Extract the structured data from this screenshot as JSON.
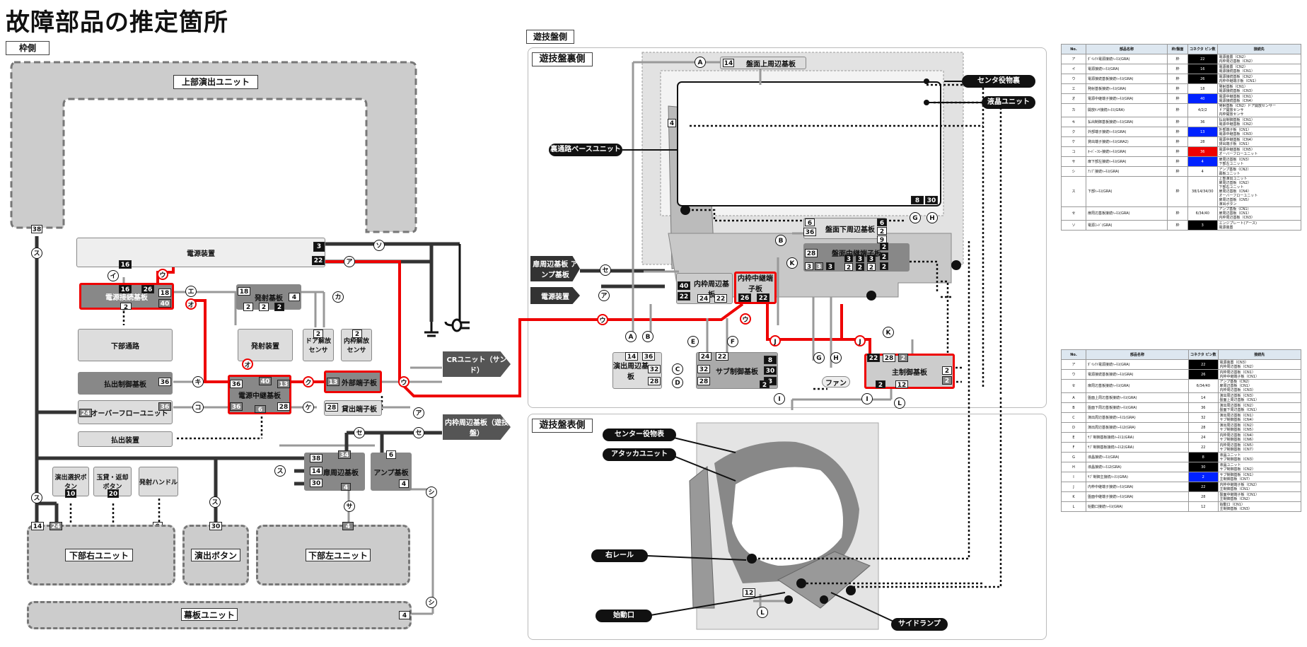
{
  "title": "故障部品の推定箇所",
  "sections": {
    "frame": "枠側",
    "board": "遊技盤側",
    "board_back": "遊技盤裏側",
    "board_front": "遊技盤表側"
  },
  "frame": {
    "top_unit": "上部演出ユニット",
    "num38": "38",
    "power_unit": "電源装置",
    "power_n3": "3",
    "power_n22": "22",
    "conn_board": "電源接続基板",
    "conn_n16a": "16",
    "conn_n16b": "16",
    "conn_n26": "26",
    "conn_n18": "18",
    "conn_n40": "40",
    "conn_n2": "2",
    "lower_path": "下部通路",
    "fire_board": "発射基板",
    "fire_n18": "18",
    "fire_n4": "4",
    "fire_n2a": "2",
    "fire_n2b": "2",
    "fire_n2c": "2",
    "fire_device": "発射装置",
    "door_sensor": "ドア解放センサ",
    "door_n2": "2",
    "inner_sensor": "内枠解放センサ",
    "inner_n2": "2",
    "pay_ctrl": "払出制御基板",
    "pay_n36": "36",
    "relay": "電源中継基板",
    "relay_n36a": "36",
    "relay_n40": "40",
    "relay_n13": "13",
    "relay_n36b": "36",
    "relay_n6": "6",
    "relay_n28": "28",
    "ext_term": "外部端子板",
    "ext_n13": "13",
    "overflow": "オーバーフローユニット",
    "ov_n24": "24",
    "ov_n36": "36",
    "lend_term": "貸出端子板",
    "lend_n28": "28",
    "pay_device": "払出装置",
    "cr_unit": "CRユニット（サンド）",
    "inner_periph": "内枠周辺基板（遊技盤）",
    "door_periph": "扉周辺基板",
    "dp_n34": "34",
    "dp_n38": "38",
    "dp_n14": "14",
    "dp_n30": "30",
    "dp_n4": "4",
    "amp": "アンプ基板",
    "amp_n6": "6",
    "amp_n4": "4",
    "btn_select": "演出選択ボタン",
    "btn_select_n": "10",
    "btn_ball": "玉貸・返却ボタン",
    "btn_ball_n": "20",
    "handle": "発射ハンドル",
    "handle_n": "9",
    "lower_right": "下部右ユニット",
    "lr_n14": "14",
    "lr_n24": "24",
    "effect_btn": "演出ボタン",
    "eb_n30": "30",
    "lower_left": "下部左ユニット",
    "ll_n4": "4",
    "curtain": "幕板ユニット",
    "cu_n4": "4"
  },
  "circles": {
    "su": "ス",
    "so": "ソ",
    "a": "ア",
    "i": "イ",
    "u": "ウ",
    "e": "エ",
    "o": "オ",
    "ka": "カ",
    "ki": "キ",
    "ko": "コ",
    "ku": "ク",
    "ke": "ケ",
    "se": "セ",
    "sa": "サ",
    "shi": "シ",
    "A": "A",
    "B": "B",
    "C": "C",
    "D": "D",
    "E": "E",
    "F": "F",
    "G": "G",
    "H": "H",
    "I": "I",
    "J": "J",
    "K": "K",
    "L": "L"
  },
  "board": {
    "top_periph": "盤面上周辺基板",
    "tp_n14": "14",
    "center_back": "センタ役物裏",
    "lcd": "液晶ユニット",
    "path_base": "裏通路ベースユニット",
    "lcd_n4": "4",
    "lcd_n8": "8",
    "lcd_n30": "30",
    "bottom_periph": "盤面下周辺基板",
    "bp_n6a": "6",
    "bp_n36": "36",
    "bp_n6b": "6",
    "bp_n2": "2",
    "bp_n9": "9",
    "relay_term": "盤面中継端子板",
    "rt_n28": "28",
    "rt_n3": "3",
    "rt_n2": "2",
    "door_amp": "扉周辺基板 アンプ基板",
    "power": "電源装置",
    "inner_periph": "内枠周辺基板",
    "ip_n40": "40",
    "ip_n22a": "22",
    "ip_n24": "24",
    "ip_n22b": "22",
    "inner_relay": "内枠中継端子板",
    "ir_n26": "26",
    "ir_n22": "22",
    "effect_periph": "演出周辺基板",
    "ep_n14": "14",
    "ep_n36": "36",
    "ep_n32": "32",
    "ep_n28": "28",
    "sub_ctrl": "サブ制御基板",
    "sc_n24": "24",
    "sc_n22": "22",
    "sc_n32": "32",
    "sc_n28": "28",
    "sc_n8": "8",
    "sc_n30": "30",
    "sc_n3": "3",
    "sc_n2": "2",
    "fan": "ファン",
    "main_ctrl": "主制御基板",
    "mc_n22": "22",
    "mc_n28": "28",
    "mc_n2a": "2",
    "mc_n2b": "2",
    "mc_n2c": "2",
    "mc_n2d": "2",
    "mc_n12": "12",
    "center_front": "センター役物表",
    "attacker": "アタッカユニット",
    "right_rail": "右レール",
    "start_port": "始動口",
    "side_lamp": "サイドランプ",
    "front_n12": "12"
  },
  "table1": {
    "headers": [
      "No.",
      "部品名称",
      "枠/盤面",
      "コネクタ ピン数",
      "接続先"
    ],
    "rows": [
      {
        "no": "ア",
        "name": "ﾀﾞｲﾚｸﾄ電源接続ﾊｰﾈｽ(GRA)",
        "side": "枠",
        "pins": "22",
        "color": "black",
        "dest": [
          "電源装置（CN2）",
          "内枠周辺基板（CN2）"
        ]
      },
      {
        "no": "イ",
        "name": "電源接続ﾊｰﾈｽ(GRA)",
        "side": "枠",
        "pins": "16",
        "color": "black",
        "dest": [
          "電源装置（CN2）",
          "電源接続基板（CN1）"
        ]
      },
      {
        "no": "ウ",
        "name": "電源接続基板接続ﾊｰﾈｽ(GRA)",
        "side": "枠",
        "pins": "26",
        "color": "black",
        "dest": [
          "電源接続基板（CN2）",
          "内枠中継端子板（CN1）"
        ]
      },
      {
        "no": "エ",
        "name": "発射基板接続ﾊｰﾈｽ(GRA)",
        "side": "枠",
        "pins": "18",
        "color": "white",
        "dest": [
          "発射基板（CN1）",
          "電源接続基板（CN3）"
        ]
      },
      {
        "no": "オ",
        "name": "電源中継端子接続ﾊｰﾈｽ(GRA)",
        "side": "枠",
        "pins": "40",
        "color": "blue",
        "dest": [
          "電源中継基板（CN1）",
          "電源接続基板（CN4）"
        ]
      },
      {
        "no": "カ",
        "name": "開放ｾﾝｻ接続ﾊｰﾈｽ(GRA)",
        "side": "枠",
        "pins": "4/2/2",
        "color": "white",
        "dest": [
          "発射基板（CN2）ドア開放センサー",
          "ドア開放センサ",
          "内枠開放センサ"
        ]
      },
      {
        "no": "キ",
        "name": "払出制御基板接続ﾊｰﾈｽ(GRA)",
        "side": "枠",
        "pins": "36",
        "color": "white",
        "dest": [
          "払出制御基板（CN1）",
          "電源中継基板（CN2）"
        ]
      },
      {
        "no": "ク",
        "name": "外部端子接続ﾊｰﾈｽ(GRA)",
        "side": "枠",
        "pins": "13",
        "color": "blue",
        "dest": [
          "外部端子板（CN1）",
          "電源中継基板（CN3）"
        ]
      },
      {
        "no": "ケ",
        "name": "貸出端子接続ﾊｰﾈｽ(GRA2)",
        "side": "枠",
        "pins": "28",
        "color": "white",
        "dest": [
          "電源中継基板（CN4）",
          "貸出端子板（CN1）"
        ]
      },
      {
        "no": "コ",
        "name": "ｵｰﾊﾞｰﾌﾛｰ接続ﾊｰﾈｽ(GRA)",
        "side": "枠",
        "pins": "36",
        "color": "red",
        "dest": [
          "電源中継基板（CN5）",
          "オーバーフローユニット"
        ]
      },
      {
        "no": "サ",
        "name": "扉下部左接続ﾊｰﾈｽ(GRA)",
        "side": "枠",
        "pins": "4",
        "color": "blue",
        "dest": [
          "扉周辺基板（CN3）",
          "下部左ユニット"
        ]
      },
      {
        "no": "シ",
        "name": "ｱﾝﾌﾟ接続ﾊｰﾈｽ(GRA)",
        "side": "枠",
        "pins": "4",
        "color": "white",
        "dest": [
          "アンプ基板（CN2）",
          "幕板ユニット"
        ]
      },
      {
        "no": "ス",
        "name": "下部ﾊｰﾈｽ(GRA)",
        "side": "枠",
        "pins": "38/14/34/30",
        "color": "mixed",
        "dest": [
          "上部演出ユニット",
          "扉周辺基板（CN2）",
          "下部右ユニット",
          "扉周辺基板（CN4）",
          "オーバーフローユニット",
          "扉周辺基板（CN5）",
          "演出ボタン"
        ]
      },
      {
        "no": "セ",
        "name": "扉周辺基板接続ﾊｰﾈｽ(GRA)",
        "side": "枠",
        "pins": "6/34/40",
        "color": "mixed",
        "dest": [
          "アンプ基板（CN1）",
          "扉周辺基板（CN1）",
          "内枠周辺基板（CN3）"
        ]
      },
      {
        "no": "ソ",
        "name": "電源ｺｰﾄﾞ(GRA)",
        "side": "枠",
        "pins": "3",
        "color": "black",
        "dest": [
          "エンジプレート(アース)",
          "電源装置"
        ]
      }
    ]
  },
  "table2": {
    "headers": [
      "No.",
      "部品名称",
      "コネクタ ピン数",
      "接続先"
    ],
    "rows": [
      {
        "no": "ア",
        "name": "ﾀﾞｲﾚｸﾄ電源接続ﾊｰﾈｽ(GRA)",
        "pins": "22",
        "color": "black",
        "dest": [
          "電源装置（CN3）",
          "内枠周辺基板（CN2）"
        ]
      },
      {
        "no": "ウ",
        "name": "電源接続基板接続ﾊｰﾈｽ(GRA)",
        "pins": "26",
        "color": "black",
        "dest": [
          "内枠周辺基板（CN1）",
          "内枠中継端子板（CN1）"
        ]
      },
      {
        "no": "セ",
        "name": "扉周辺基板接続ﾊｰﾈｽ(GRA)",
        "pins": "6/34/40",
        "color": "mixed",
        "dest": [
          "アンプ基板（CN2）",
          "扉周辺基板（CN1）",
          "内枠周辺基板（CN3）"
        ]
      },
      {
        "no": "A",
        "name": "盤面上周辺基板接続ﾊｰﾈｽ(GRA)",
        "pins": "14",
        "color": "white",
        "dest": [
          "演出周辺基板（CN3）",
          "盤面上周辺基板（CN1）"
        ]
      },
      {
        "no": "B",
        "name": "盤面下周辺基板接続ﾊｰﾈｽ(GRA)",
        "pins": "36",
        "color": "white",
        "dest": [
          "演出周辺基板（CN2）",
          "盤面下周辺基板（CN1）"
        ]
      },
      {
        "no": "C",
        "name": "演出周辺基板接続ﾊｰﾈｽ1(GRA)",
        "pins": "32",
        "color": "white",
        "dest": [
          "演出周辺基板（CN1）",
          "サブ制御基板（CN4）"
        ]
      },
      {
        "no": "D",
        "name": "演出周辺基板接続ﾊｰﾈｽ2(GRA)",
        "pins": "28",
        "color": "white",
        "dest": [
          "演出周辺基板（CN2）",
          "サブ制御基板（CN5）"
        ]
      },
      {
        "no": "E",
        "name": "ｻﾌﾞ制御基板接続ﾊｰﾈｽ1(GRA)",
        "pins": "24",
        "color": "white",
        "dest": [
          "内枠周辺基板（CN4）",
          "サブ制御基板（CN6）"
        ]
      },
      {
        "no": "F",
        "name": "ｻﾌﾞ制御基板接続ﾊｰﾈｽ2(GRA)",
        "pins": "22",
        "color": "white",
        "dest": [
          "内枠周辺基板（CN5）",
          "サブ制御基板（CN7）"
        ]
      },
      {
        "no": "G",
        "name": "液晶接続ﾊｰﾈｽ(GRA)",
        "pins": "8",
        "color": "black",
        "dest": [
          "液晶ユニット",
          "サブ制御基板（CN3）"
        ]
      },
      {
        "no": "H",
        "name": "液晶接続ﾊｰﾈｽ2(GRA)",
        "pins": "30",
        "color": "black",
        "dest": [
          "液晶ユニット",
          "サブ制御基板（CN2）"
        ]
      },
      {
        "no": "I",
        "name": "ｻﾌﾞ制御主接続ﾊｰﾈｽ(GRA)",
        "pins": "2",
        "color": "blue",
        "dest": [
          "サブ制御基板（CN1）",
          "主制御基板（CN7）"
        ]
      },
      {
        "no": "J",
        "name": "内枠中継端子接続ﾊｰﾈｽ(GRA)",
        "pins": "22",
        "color": "black",
        "dest": [
          "内枠中継端子板（CN2）",
          "主制御基板（CN1）"
        ]
      },
      {
        "no": "K",
        "name": "盤面中継端子接続ﾊｰﾈｽ(GRA)",
        "pins": "28",
        "color": "white",
        "dest": [
          "盤面中継端子板（CN1）",
          "主制御基板（CN2）"
        ]
      },
      {
        "no": "L",
        "name": "始動口接続ﾊｰﾈｽ(GRA)",
        "pins": "12",
        "color": "white",
        "dest": [
          "始動口（CN1）",
          "主制御基板（CN3）"
        ]
      }
    ]
  }
}
